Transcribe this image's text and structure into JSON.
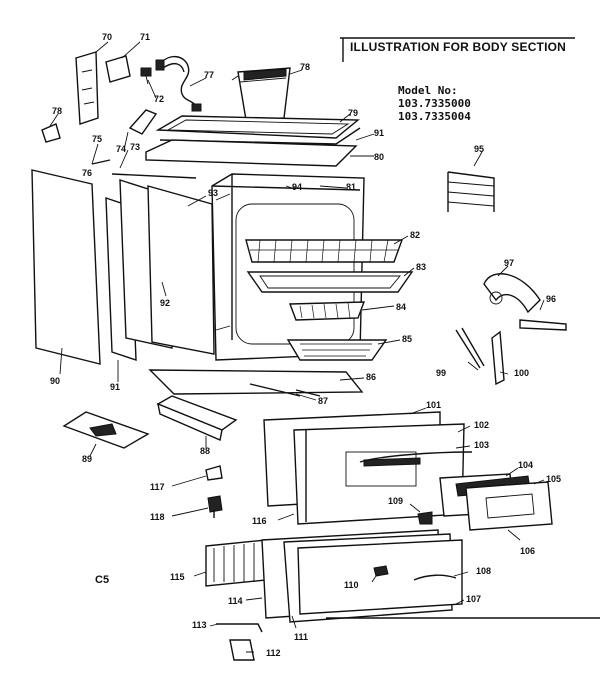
{
  "title": "ILLUSTRATION FOR BODY SECTION",
  "model_label": "Model No:",
  "model_numbers": [
    "103.7335000",
    "103.7335004"
  ],
  "corner_code": "C5",
  "part_numbers": [
    "70",
    "71",
    "72",
    "73",
    "74",
    "75",
    "76",
    "77",
    "78",
    "78",
    "79",
    "80",
    "81",
    "82",
    "83",
    "84",
    "85",
    "86",
    "87",
    "88",
    "89",
    "90",
    "90",
    "91",
    "91",
    "92",
    "93",
    "94",
    "95",
    "96",
    "97",
    "99",
    "100",
    "101",
    "102",
    "103",
    "104",
    "105",
    "106",
    "107",
    "108",
    "109",
    "110",
    "111",
    "112",
    "113",
    "114",
    "115",
    "116",
    "117",
    "118"
  ]
}
